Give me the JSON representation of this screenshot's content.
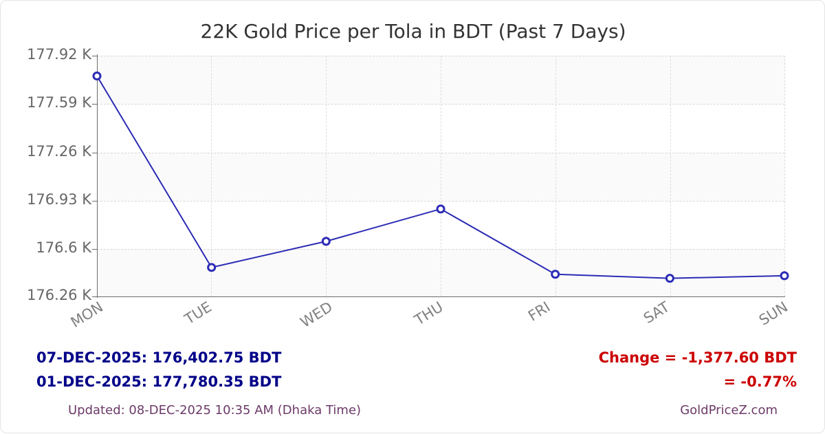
{
  "chart_data": {
    "type": "line",
    "title": "22K Gold Price per Tola in BDT (Past 7 Days)",
    "xlabel": "",
    "ylabel": "",
    "categories": [
      "MON",
      "TUE",
      "WED",
      "THU",
      "FRI",
      "SAT",
      "SUN"
    ],
    "values": [
      177780.35,
      176460.0,
      176640.0,
      176863.0,
      176413.0,
      176385.0,
      176402.75
    ],
    "series": [
      {
        "name": "22K Gold Price per Tola (BDT)",
        "values": [
          177780.35,
          176460.0,
          176640.0,
          176863.0,
          176413.0,
          176385.0,
          176402.75
        ]
      }
    ],
    "ylim": [
      176260,
      177920
    ],
    "ytick_values": [
      177920,
      177590,
      177260,
      176930,
      176600,
      176260
    ],
    "ytick_labels": [
      "177.92 K",
      "177.59 K",
      "177.26 K",
      "176.93 K",
      "176.6 K",
      "176.26 K"
    ],
    "grid": true,
    "legend": "none",
    "line_color": "#2b2bb5",
    "marker": "open-circle",
    "plot_background_bands": "#fafafa"
  },
  "footer": {
    "latest_date_price": "07-DEC-2025: 176,402.75 BDT",
    "earliest_date_price": "01-DEC-2025: 177,780.35 BDT",
    "change_amount": "Change = -1,377.60 BDT",
    "change_percent": "= -0.77%",
    "updated": "Updated: 08-DEC-2025 10:35 AM (Dhaka Time)",
    "watermark": "GoldPriceZ.com",
    "colors": {
      "price_text": "#000088",
      "change_text": "#cc0000",
      "meta_text": "#6b3a68"
    }
  }
}
